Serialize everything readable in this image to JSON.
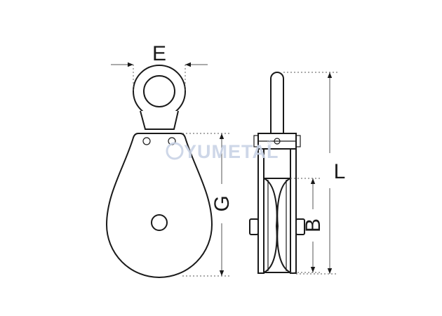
{
  "dimensions": {
    "E": "E",
    "G": "G",
    "B": "B",
    "L": "L"
  },
  "watermark": {
    "text": "YUMETAL",
    "registered": "®"
  },
  "colors": {
    "line": "#1a1a1a",
    "dimension": "#555555",
    "watermark": "#c9d3e6"
  }
}
